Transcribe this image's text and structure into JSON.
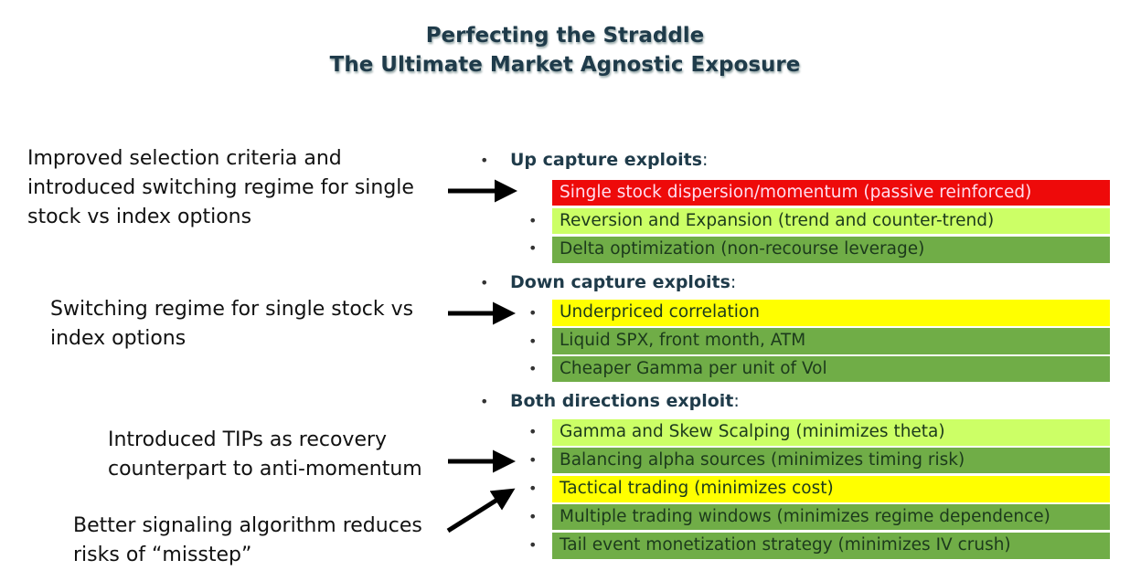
{
  "title": {
    "line1": "Perfecting the Straddle",
    "line2": "The Ultimate Market Agnostic Exposure"
  },
  "notes": [
    {
      "lines": [
        "Improved selection criteria and",
        "introduced switching regime for single",
        "stock vs index options"
      ]
    },
    {
      "lines": [
        "Switching regime for single stock vs",
        "index options"
      ]
    },
    {
      "lines": [
        "Introduced TIPs as recovery",
        "counterpart to anti-momentum"
      ]
    },
    {
      "lines": [
        "Better signaling algorithm reduces",
        "risks of “misstep”"
      ]
    }
  ],
  "sections": [
    {
      "heading": "Up capture exploits",
      "colon": ":",
      "items": [
        {
          "text": "Single stock dispersion/momentum (passive reinforced)",
          "color": "#ee0a0a"
        },
        {
          "text": "Reversion and Expansion (trend and counter-trend)",
          "color": "#ccff66"
        },
        {
          "text": "Delta optimization (non-recourse leverage)",
          "color": "#70ad47"
        }
      ]
    },
    {
      "heading": "Down capture exploits",
      "colon": ":",
      "items": [
        {
          "text": "Underpriced correlation",
          "color": "#ffff00"
        },
        {
          "text": "Liquid SPX, front month, ATM",
          "color": "#70ad47"
        },
        {
          "text": "Cheaper Gamma per unit of Vol",
          "color": "#70ad47"
        }
      ]
    },
    {
      "heading": "Both directions exploit",
      "colon": ":",
      "items": [
        {
          "text": "Gamma and Skew Scalping (minimizes theta)",
          "color": "#ccff66"
        },
        {
          "text": "Balancing alpha sources (minimizes timing risk)",
          "color": "#70ad47"
        },
        {
          "text": "Tactical trading (minimizes cost)",
          "color": "#ffff00"
        },
        {
          "text": "Multiple trading windows (minimizes regime dependence)",
          "color": "#70ad47"
        },
        {
          "text": "Tail event monetization strategy (minimizes IV crush)",
          "color": "#70ad47"
        }
      ]
    }
  ],
  "bullet": "•"
}
